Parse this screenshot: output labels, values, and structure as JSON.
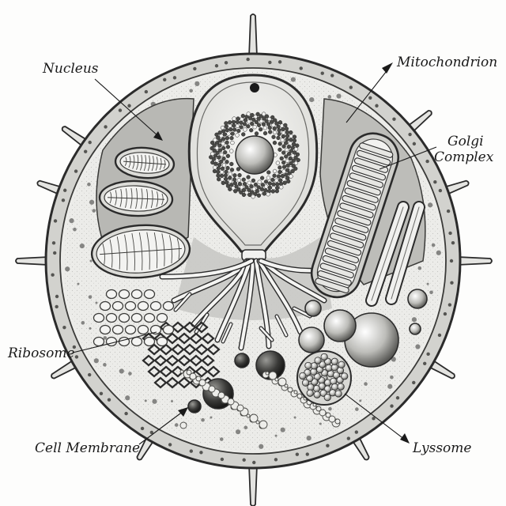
{
  "diagram": {
    "labels": {
      "nucleus": "Nucleus",
      "mitochondrion": "Mitochondrion",
      "golgi_line1": "Golgi",
      "golgi_line2": "Complex",
      "ribosome": "Ribosome",
      "cell_membrane": "Cell Membrane",
      "lysosome": "Lyssome"
    },
    "colors": {
      "ink": "#2b2b2b",
      "cytoplasm": "#e9e9e6",
      "membrane_band": "#d2d2ce",
      "dark_shade": "#9a9a96",
      "paper": "#fdfdfc"
    }
  }
}
